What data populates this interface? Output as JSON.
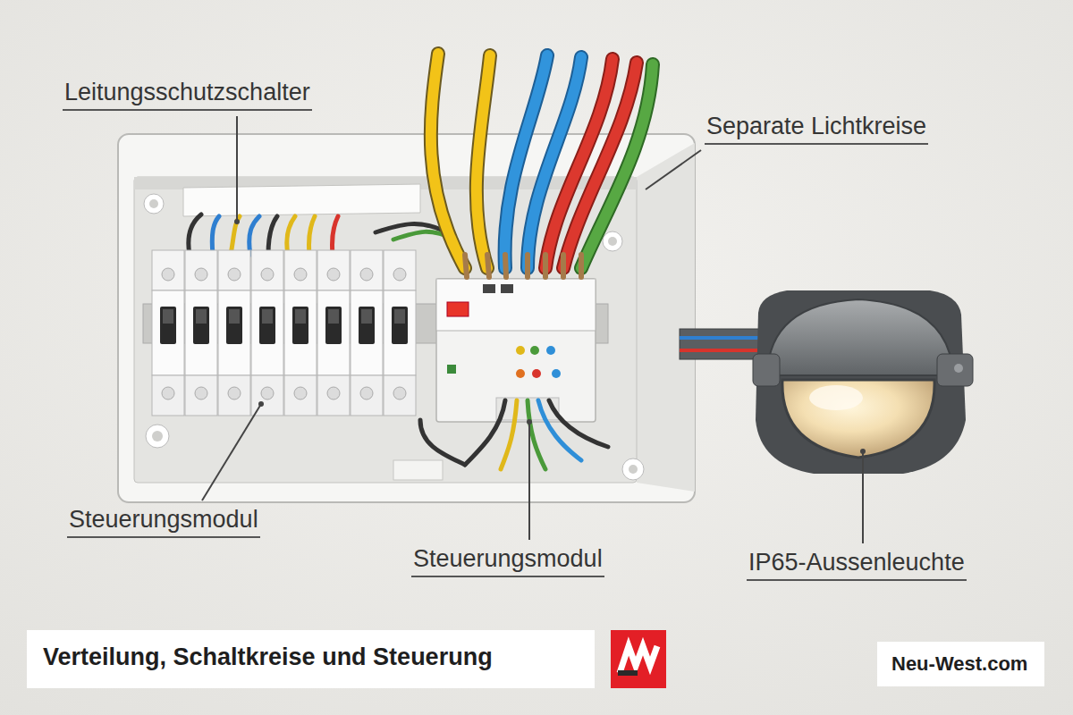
{
  "diagram": {
    "title": "Verteilung, Schaltkreise und Steuerung",
    "nodes": [
      {
        "text": [
          "Neu-West.com"
        ]
      }
    ],
    "labels": [
      "Leitungsschutzschalter",
      "Separate Lichtkreise",
      "Steuerungsmodul",
      "Steuerungsmodul",
      "IP65-Aussenleuchte"
    ]
  }
}
